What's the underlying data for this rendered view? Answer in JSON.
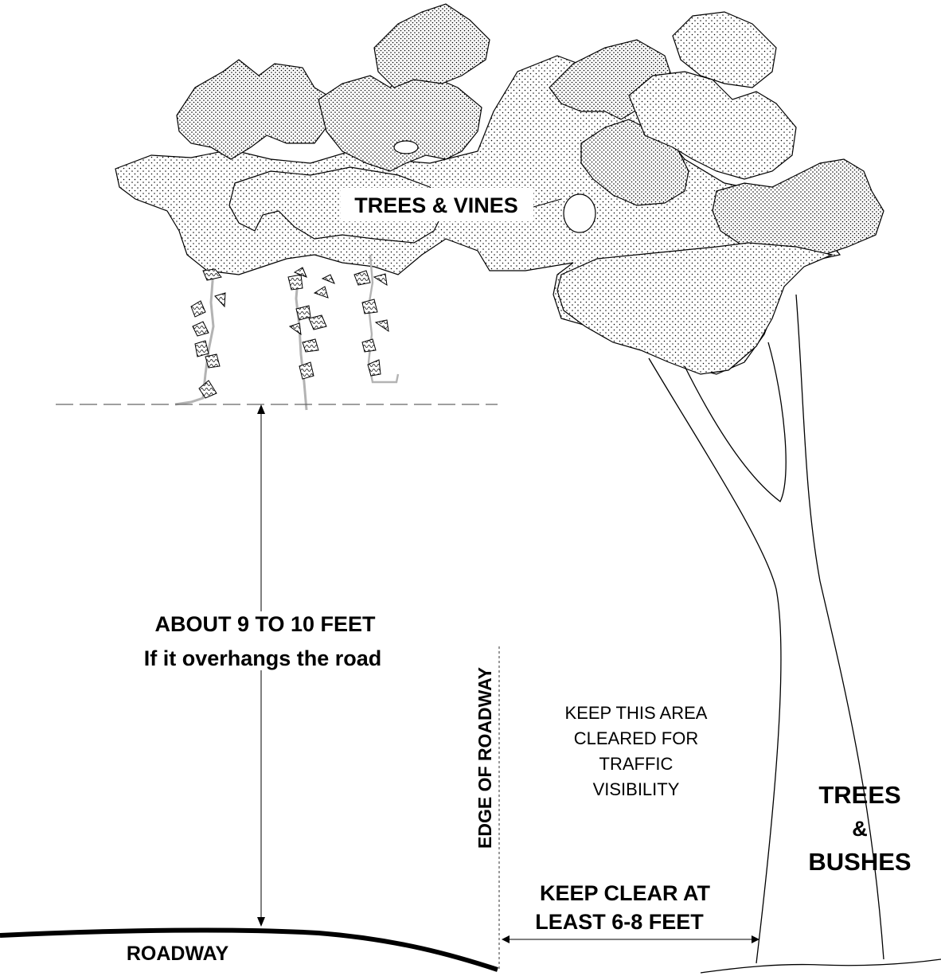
{
  "labels": {
    "trees_vines": "TREES & VINES",
    "height_line1": "ABOUT 9 TO 10 FEET",
    "height_line2": "If it overhangs the road",
    "edge_of_roadway": "EDGE OF ROADWAY",
    "keep_area_line1": "KEEP THIS AREA",
    "keep_area_line2": "CLEARED FOR",
    "keep_area_line3": "TRAFFIC",
    "keep_area_line4": "VISIBILITY",
    "trees_bushes_line1": "TREES",
    "trees_bushes_line2": "&",
    "trees_bushes_line3": "BUSHES",
    "keep_clear_line1": "KEEP CLEAR AT",
    "keep_clear_line2": "LEAST 6-8 FEET",
    "roadway": "ROADWAY"
  },
  "colors": {
    "ink": "#000000",
    "vine": "#b3b3b3",
    "dash": "#666666"
  }
}
